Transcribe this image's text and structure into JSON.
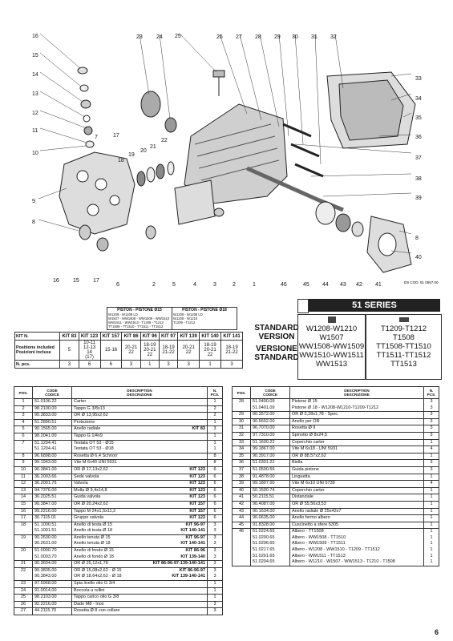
{
  "diagram": {
    "code": "DS COD. 51 0557.00",
    "callouts": [
      "16",
      "15",
      "14",
      "13",
      "12",
      "11",
      "10",
      "9",
      "8",
      "23",
      "24",
      "25",
      "26",
      "27",
      "28",
      "29",
      "30",
      "31",
      "32",
      "33",
      "34",
      "35",
      "36",
      "37",
      "38",
      "39",
      "8",
      "40",
      "41",
      "42",
      "43",
      "44",
      "45",
      "46",
      "16",
      "15",
      "17",
      "7",
      "6",
      "2",
      "5",
      "4",
      "3",
      "2",
      "1",
      "18",
      "19",
      "20",
      "21",
      "22",
      "17"
    ]
  },
  "piston_boxes": [
    {
      "title": "PISTON - PISTONE Ø15",
      "lines": [
        "W1208 - W1208 LD",
        "W1507 - WW1508 - WW1509 - WW1510",
        "WW1511 - WW1513 - T1209 - T1212",
        "TT1508 - TT1510 - TT1511 - TT1512"
      ]
    },
    {
      "title": "PISTON - PISTONE Ø18",
      "lines": [
        "W1208 - W1208 LD",
        "W1208 - W1210",
        "T1209 - T1212"
      ]
    }
  ],
  "kits": {
    "headers": [
      "KIT N.",
      "KIT 83",
      "KIT 123",
      "KIT 157",
      "KIT 86",
      "KIT 96",
      "KIT 97",
      "KIT 139",
      "KIT 140",
      "KIT 141"
    ],
    "positions_label_en": "Positions included",
    "positions_label_it": "Posizioni incluse",
    "positions": [
      "5",
      "10-11\n12-13\n14\n(17)",
      "15-16",
      "20-21\n22",
      "18-19\n20-21\n22",
      "18-19\n21-22",
      "20-21\n22",
      "18-19\n20-21\n22",
      "18-19\n21-22"
    ],
    "pcs_label": "N. pcs.",
    "pcs": [
      "3",
      "6",
      "6",
      "3",
      "1",
      "3",
      "3",
      "1",
      "3"
    ]
  },
  "standard": {
    "en": "STANDARD\nVERSION",
    "it": "VERSIONE\nSTANDARD"
  },
  "series_title": "51 SERIES",
  "models_left": [
    "W1208-W1210",
    "W1507",
    "WW1508-WW1509",
    "WW1510-WW1511",
    "WW1513"
  ],
  "models_right": [
    "T1209-T1212",
    "T1508",
    "TT1508-TT1510",
    "TT1511-TT1512",
    "TT1513"
  ],
  "parts_headers": {
    "pos": "POS.",
    "code": "CODE\nCODICE",
    "desc": "DESCRIPTION\nDESCRIZIONE",
    "pcs": "N.\nPCS."
  },
  "parts_left": [
    {
      "pos": "1",
      "code": "51.0106.22",
      "desc": "Carter",
      "kit": "",
      "pcs": "1"
    },
    {
      "pos": "2",
      "code": "98.2100.00",
      "desc": "Tappo G 3/8x13",
      "kit": "",
      "pcs": "2"
    },
    {
      "pos": "3",
      "code": "90.3833.00",
      "desc": "OR Ø 13,95x2,62",
      "kit": "",
      "pcs": "2"
    },
    {
      "pos": "4",
      "code": "51.2890.51",
      "desc": "Protezione",
      "kit": "",
      "pcs": "1"
    },
    {
      "pos": "5",
      "code": "90.1565.00",
      "desc": "Anello radiale",
      "kit": "KIT 83",
      "pcs": "3"
    },
    {
      "pos": "6",
      "code": "98.2041.00",
      "desc": "Tappo G 1/4x9",
      "kit": "",
      "pcs": "1"
    },
    {
      "pos": "7",
      "code": "51.1204.41",
      "desc": "Testata OT 53 - Ø15",
      "kit": "",
      "pcs": "1"
    },
    {
      "pos": "",
      "code": "51.1204.41",
      "desc": "Testata OT 53 - Ø18",
      "kit": "",
      "pcs": "1"
    },
    {
      "pos": "8",
      "code": "96.6898.00",
      "desc": "Rosetta Ø 6,4 Schnorr",
      "kit": "",
      "pcs": "8"
    },
    {
      "pos": "9",
      "code": "99.1943.00",
      "desc": "Vite M 6x40 UNI 5931",
      "kit": "",
      "pcs": "8"
    },
    {
      "pos": "10",
      "code": "90.3841.00",
      "desc": "OR Ø 17,13x2,62",
      "kit": "KIT 123",
      "pcs": "6"
    },
    {
      "pos": "11",
      "code": "36.2003.66",
      "desc": "Sede valvola",
      "kit": "KIT 123",
      "pcs": "6"
    },
    {
      "pos": "12",
      "code": "36.2001.76",
      "desc": "Valvola",
      "kit": "KIT 123",
      "pcs": "6"
    },
    {
      "pos": "13",
      "code": "94.7376.00",
      "desc": "Molla Ø 9,4x14,8",
      "kit": "KIT 123",
      "pcs": "6"
    },
    {
      "pos": "14",
      "code": "36.2025.51",
      "desc": "Guida valvola",
      "kit": "KIT 123",
      "pcs": "6"
    },
    {
      "pos": "15",
      "code": "90.3847.00",
      "desc": "OR Ø 20,24x2,62",
      "kit": "KIT 157",
      "pcs": "6"
    },
    {
      "pos": "16",
      "code": "99.2216.00",
      "desc": "Tappo M 24x1,5x11,2",
      "kit": "KIT 157",
      "pcs": "6"
    },
    {
      "pos": "17",
      "code": "36.7115.01",
      "desc": "Gruppo valvola",
      "kit": "KIT 123",
      "pcs": "6"
    },
    {
      "pos": "18",
      "code": "51.1000.51",
      "desc": "Anello di testa Ø 15",
      "kit": "KIT 96-97",
      "pcs": "3"
    },
    {
      "pos": "",
      "code": "51.1001.51",
      "desc": "Anello di testa Ø 18",
      "kit": "KIT 140-141",
      "pcs": "3"
    },
    {
      "pos": "19",
      "code": "90.2630.00",
      "desc": "Anello tenuta Ø 15",
      "kit": "KIT 96-97",
      "pcs": "3"
    },
    {
      "pos": "",
      "code": "90.2631.00",
      "desc": "Anello tenuta Ø 18",
      "kit": "KIT 140-141",
      "pcs": "3"
    },
    {
      "pos": "20",
      "code": "51.0000.70",
      "desc": "Anello di fondo Ø 15",
      "kit": "KIT 86-96",
      "pcs": "3"
    },
    {
      "pos": "",
      "code": "51.0003.70",
      "desc": "Anello di fondo Ø 18",
      "kit": "KIT 139-140",
      "pcs": "3"
    },
    {
      "pos": "21",
      "code": "90.3604.00",
      "desc": "OR Ø 25,12x1,78",
      "kit": "KIT 86-96-97-139-140-141",
      "pcs": "3"
    },
    {
      "pos": "22",
      "code": "90.3835.00",
      "desc": "OR Ø 15,08x2,62 - Ø 15",
      "kit": "KIT 86-96-97",
      "pcs": "3"
    },
    {
      "pos": "",
      "code": "90.3843.00",
      "desc": "OR Ø 18,64x2,62 - Ø 18",
      "kit": "KIT 139-140-141",
      "pcs": "3"
    },
    {
      "pos": "23",
      "code": "97.5968.00",
      "desc": "Spia livello olio G 3/4",
      "kit": "",
      "pcs": "1"
    },
    {
      "pos": "24",
      "code": "91.0014.00",
      "desc": "Boccola a rullini",
      "kit": "",
      "pcs": "1"
    },
    {
      "pos": "25",
      "code": "98.2103.00",
      "desc": "Tappo carico olio G 3/8",
      "kit": "",
      "pcs": "1"
    },
    {
      "pos": "26",
      "code": "92.2216.00",
      "desc": "Dado M8 - Inox",
      "kit": "",
      "pcs": "3"
    },
    {
      "pos": "27",
      "code": "44.2115.70",
      "desc": "Rosetta Ø 8 con collare",
      "kit": "",
      "pcs": "3"
    }
  ],
  "parts_right": [
    {
      "pos": "28",
      "code": "51.0400.09",
      "desc": "Pistone Ø 15",
      "pcs": "3"
    },
    {
      "pos": "",
      "code": "51.0401.09",
      "desc": "Pistone Ø 18 - W1208-W1210-T1209-T1212",
      "pcs": "3"
    },
    {
      "pos": "29",
      "code": "90.3572.00",
      "desc": "OR Ø 5,28x1,78 - Spec.",
      "pcs": "3"
    },
    {
      "pos": "30",
      "code": "90.5602.00",
      "desc": "Anello per OR",
      "pcs": "3"
    },
    {
      "pos": "31",
      "code": "96.7070.00",
      "desc": "Rosetta Ø 9",
      "pcs": "3"
    },
    {
      "pos": "32",
      "code": "97.7310.00",
      "desc": "Spinotto Ø 8x24,5",
      "pcs": "3"
    },
    {
      "pos": "33",
      "code": "51.1600.22",
      "desc": "Coperchio carter",
      "pcs": "1"
    },
    {
      "pos": "34",
      "code": "99.1867.00",
      "desc": "Vite M 6x18 - UNI 5931",
      "pcs": "4"
    },
    {
      "pos": "35",
      "code": "90.3917.00",
      "desc": "OR Ø 88,57x2,62",
      "pcs": "1"
    },
    {
      "pos": "36",
      "code": "51.0301.22",
      "desc": "Biella",
      "pcs": "3"
    },
    {
      "pos": "37",
      "code": "51.0500.56",
      "desc": "Guida pistone",
      "pcs": "3"
    },
    {
      "pos": "38",
      "code": "91.4878.00",
      "desc": "Linguetta",
      "pcs": "1"
    },
    {
      "pos": "39",
      "code": "99.1807.00",
      "desc": "Vite M 6x10 UNI 5739",
      "pcs": "4"
    },
    {
      "pos": "40",
      "code": "50.1500.74",
      "desc": "Coperchio carter",
      "pcs": "1"
    },
    {
      "pos": "41",
      "code": "50.2115.51",
      "desc": "Distanziale",
      "pcs": "1"
    },
    {
      "pos": "42",
      "code": "90.4087.00",
      "desc": "OR Ø 55,56x3,53",
      "pcs": "1"
    },
    {
      "pos": "43",
      "code": "90.1634.00",
      "desc": "Anello radiale Ø 25x42x7",
      "pcs": "1"
    },
    {
      "pos": "44",
      "code": "90.0635.00",
      "desc": "Anello fermo albero",
      "pcs": "1"
    },
    {
      "pos": "45",
      "code": "91.8328.00",
      "desc": "Cuscinetto a sfere 6305",
      "pcs": "1"
    },
    {
      "pos": "46",
      "code": "51.0224.65",
      "desc": "Albero - TT1508",
      "pcs": "1"
    },
    {
      "pos": "",
      "code": "51.0200.65",
      "desc": "Albero - WW1508 - TT1510",
      "pcs": "1"
    },
    {
      "pos": "",
      "code": "51.0206.65",
      "desc": "Albero - WW1509 - TT1511",
      "pcs": "1"
    },
    {
      "pos": "",
      "code": "51.0217.65",
      "desc": "Albero - W1208 - WW1510 - T1209 - TT1512",
      "pcs": "1"
    },
    {
      "pos": "",
      "code": "51.0201.65",
      "desc": "Albero - WW1511 - TT1513",
      "pcs": "1"
    },
    {
      "pos": "",
      "code": "51.0204.65",
      "desc": "Albero - W1210 - W1507 - WW1513 - T1210 - T1508",
      "pcs": "1"
    }
  ],
  "page_number": "6"
}
